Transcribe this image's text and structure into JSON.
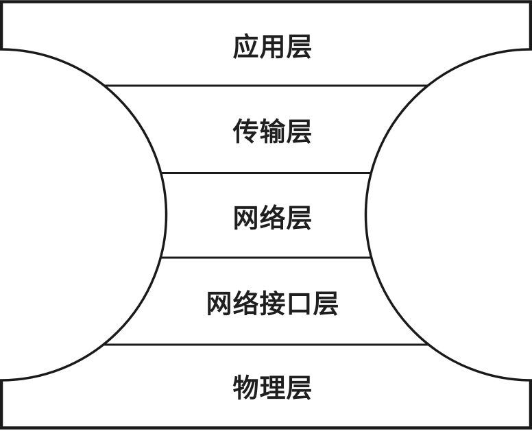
{
  "diagram": {
    "layers": [
      {
        "label": "应用层"
      },
      {
        "label": "传输层"
      },
      {
        "label": "网络层"
      },
      {
        "label": "网络接口层"
      },
      {
        "label": "物理层"
      }
    ],
    "colors": {
      "line": "#1a1a1a",
      "background": "#ffffff",
      "text": "#1f1f1f"
    }
  }
}
